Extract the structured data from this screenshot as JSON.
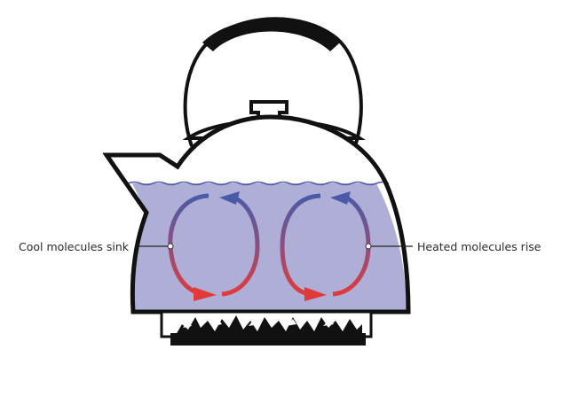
{
  "diagram": {
    "subject": "Convection currents in a kettle of water heated on a stove",
    "labels": {
      "left": "Cool molecules sink",
      "right": "Heated molecules rise"
    },
    "colors": {
      "water": "#aeaed6",
      "water_surface": "#4f5ca8",
      "outline": "#111111",
      "cool_arrow": "#4a5aa8",
      "hot_arrow": "#e23a3a",
      "background": "#ffffff"
    },
    "elements": [
      "kettle-handle",
      "kettle-lid",
      "kettle-spout",
      "kettle-body",
      "water",
      "convection-loop-left",
      "convection-loop-right",
      "burner-flames"
    ]
  }
}
